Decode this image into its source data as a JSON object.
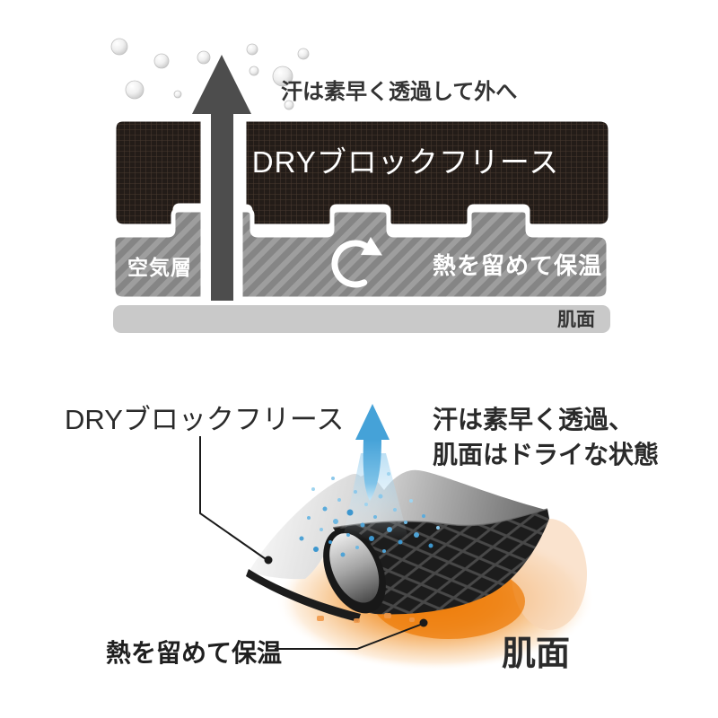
{
  "colors": {
    "arrow_dark": "#4d4d4d",
    "fleece_dark": "#231c18",
    "air_layer_gray": "#868686",
    "skin_bar_gray": "#c9c9c9",
    "outline_white": "#ffffff",
    "sweat_blue": "#45a2d8",
    "heat_orange": "#ee7c0a",
    "text_dark": "#333333"
  },
  "icons": {
    "sweat_up_arrow": "up-arrow",
    "heat_circulation": "clockwise-circular-arrow",
    "moisture_bubbles": "bubbles",
    "sweat_spray": "droplet-spray",
    "heat_glow": "warm-glow"
  },
  "top_diagram": {
    "sweat_note": "汗は素早く透過して外へ",
    "fleece_label": "DRYブロックフリース",
    "air_layer_label": "空気層",
    "heat_note": "熱を留めて保温",
    "skin_label": "肌面"
  },
  "bottom_diagram": {
    "fleece_label": "DRYブロックフリース",
    "sweat_note_line1": "汗は素早く透過、",
    "sweat_note_line2": "肌面はドライな状態",
    "heat_note": "熱を留めて保温",
    "skin_label": "肌面"
  }
}
